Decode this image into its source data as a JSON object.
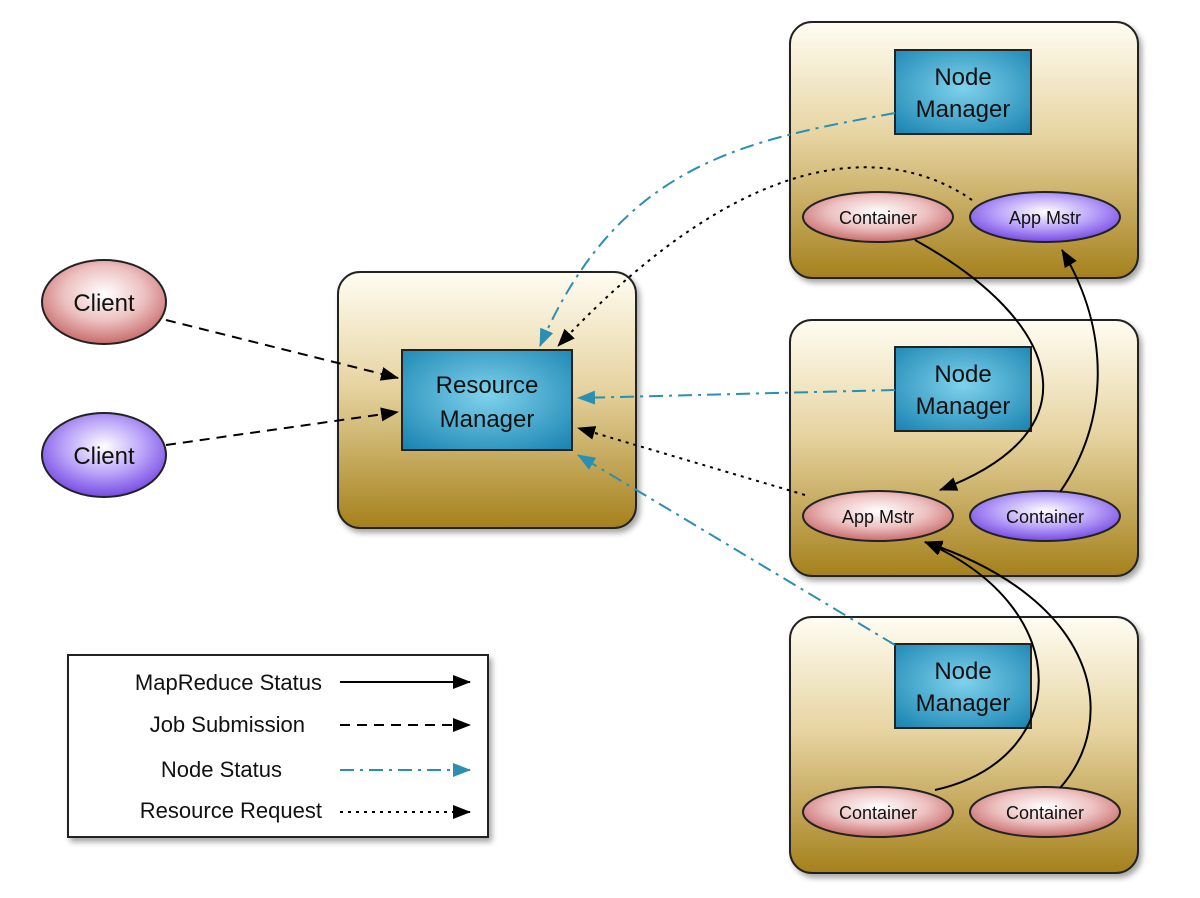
{
  "clients": [
    {
      "label": "Client",
      "color": "red"
    },
    {
      "label": "Client",
      "color": "purple"
    }
  ],
  "resource_manager": {
    "line1": "Resource",
    "line2": "Manager"
  },
  "nodes": [
    {
      "nm_line1": "Node",
      "nm_line2": "Manager",
      "left_oval": "Container",
      "right_oval": "App Mstr"
    },
    {
      "nm_line1": "Node",
      "nm_line2": "Manager",
      "left_oval": "App Mstr",
      "right_oval": "Container"
    },
    {
      "nm_line1": "Node",
      "nm_line2": "Manager",
      "left_oval": "Container",
      "right_oval": "Container"
    }
  ],
  "legend": [
    {
      "label": "MapReduce Status",
      "style": "solid",
      "color": "#000000"
    },
    {
      "label": "Job Submission",
      "style": "dashed",
      "color": "#000000"
    },
    {
      "label": "Node Status",
      "style": "dash-dot",
      "color": "#2a8fb0"
    },
    {
      "label": "Resource Request",
      "style": "dotted",
      "color": "#000000"
    }
  ],
  "colors": {
    "node_status": "#2a8fb0",
    "manager_box": "#2a9cc4",
    "panel_gold": "#b08a2a",
    "oval_red": "#c46a6a",
    "oval_purple": "#7a4fe0"
  }
}
